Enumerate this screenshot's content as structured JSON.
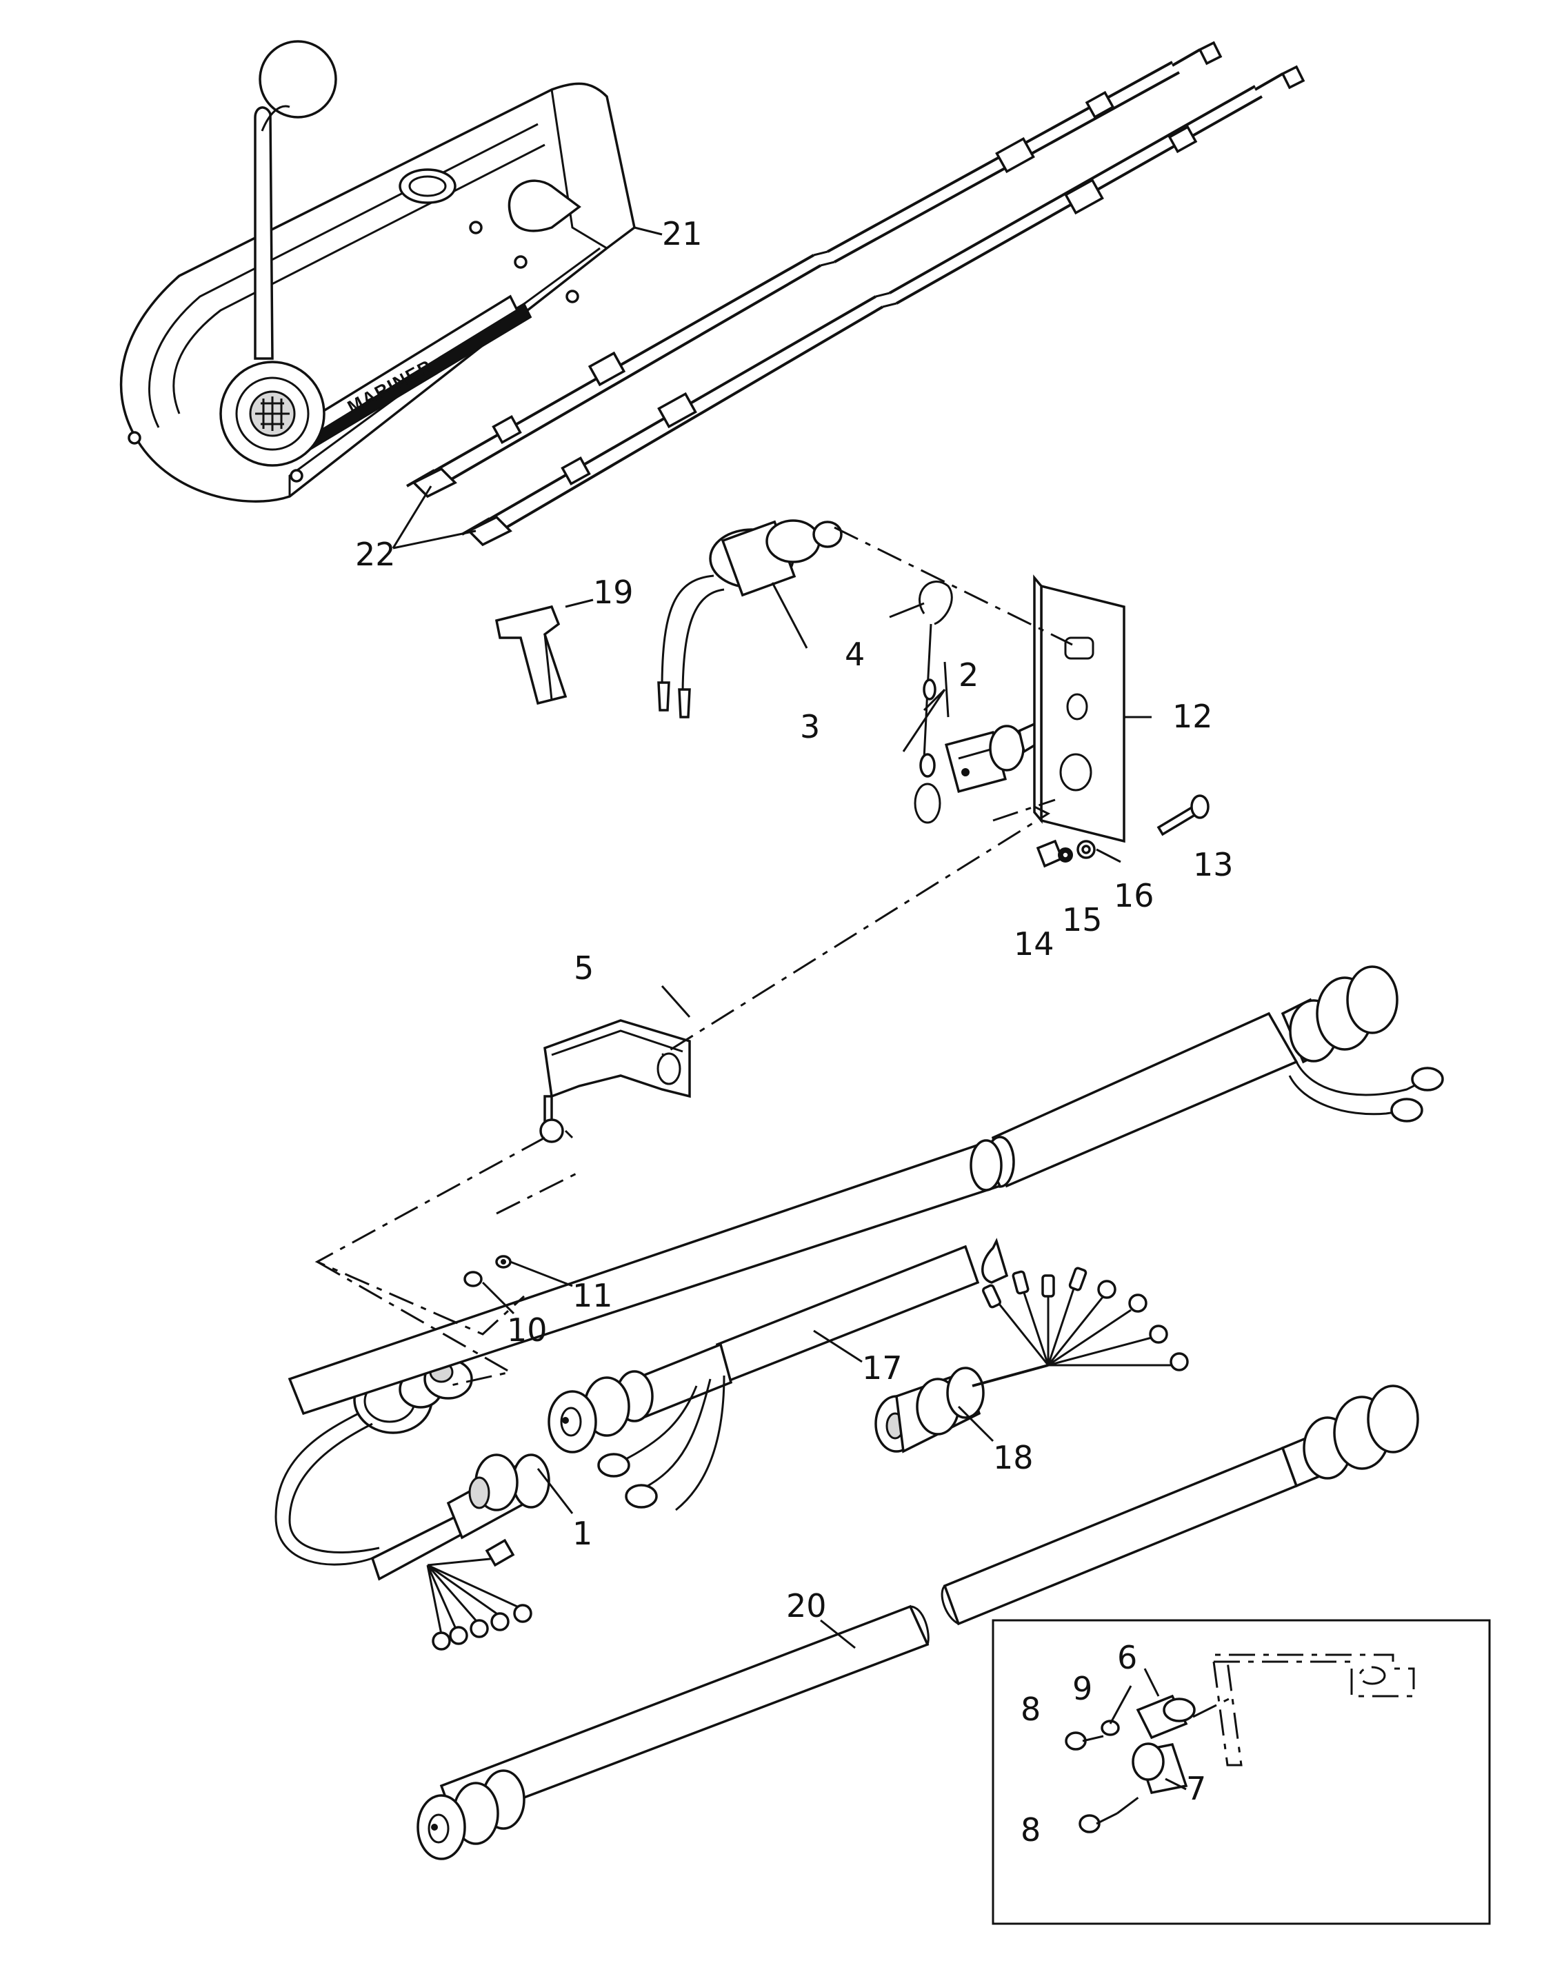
{
  "brand_label": "MARINER",
  "callouts": {
    "p1": "1",
    "p2": "2",
    "p3": "3",
    "p4": "4",
    "p5": "5",
    "p6": "6",
    "p7": "7",
    "p8a": "8",
    "p8b": "8",
    "p9": "9",
    "p10": "10",
    "p11": "11",
    "p12": "12",
    "p13": "13",
    "p14": "14",
    "p15": "15",
    "p16": "16",
    "p17": "17",
    "p18": "18",
    "p19": "19",
    "p20": "20",
    "p21": "21",
    "p22": "22"
  }
}
